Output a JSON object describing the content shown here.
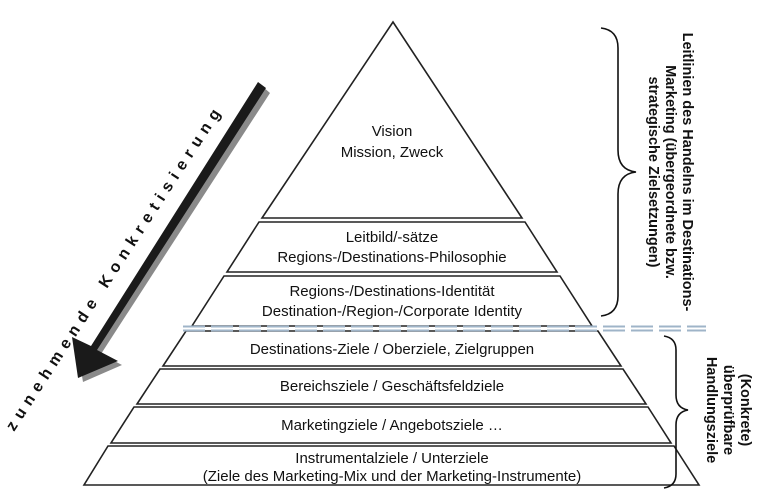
{
  "pyramid": {
    "levels": [
      {
        "lines": [
          "Vision",
          "Mission, Zweck"
        ]
      },
      {
        "lines": [
          "Leitbild/-sätze",
          "Regions-/Destinations-Philosophie"
        ]
      },
      {
        "lines": [
          "Regions-/Destinations-Identität",
          "Destination-/Region-/Corporate Identity"
        ]
      },
      {
        "lines": [
          "Destinations-Ziele / Oberziele, Zielgruppen"
        ]
      },
      {
        "lines": [
          "Bereichsziele / Geschäftsfeldziele"
        ]
      },
      {
        "lines": [
          "Marketingziele / Angebotsziele …"
        ]
      },
      {
        "lines": [
          "Instrumentalziele / Unterziele",
          "(Ziele des Marketing-Mix und der Marketing-Instrumente)"
        ]
      }
    ]
  },
  "arrow": {
    "label": "zunehmende Konkretisierung"
  },
  "brackets": {
    "upper": {
      "lines": [
        "Leitlinien des Handelns im Destinations-",
        "Marketing (übergeordnete bzw.",
        "strategische Zielsetzungen)"
      ]
    },
    "lower": {
      "lines": [
        "(Konkrete)",
        "überprüfbare",
        "Handlungsziele"
      ]
    }
  },
  "colors": {
    "divider": "#9fb4c8",
    "arrow_fill": "#1a1a1a",
    "arrow_shadow": "#8a8a8a"
  }
}
